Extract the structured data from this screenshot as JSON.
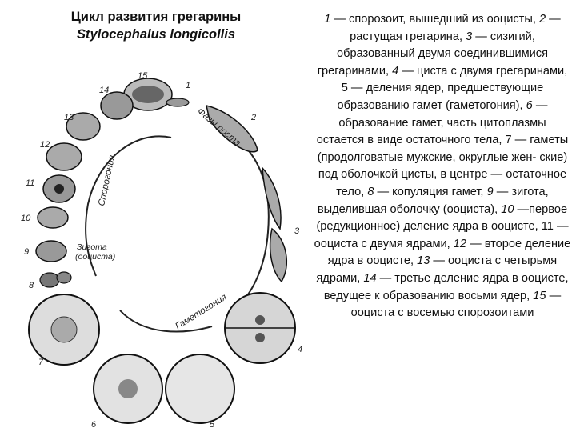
{
  "title": {
    "line1": "Цикл развития грегарины",
    "line2": "Stylocephalus longicollis"
  },
  "diagram": {
    "stage_numbers": [
      "1",
      "2",
      "3",
      "4",
      "5",
      "6",
      "7",
      "8",
      "9",
      "10",
      "11",
      "12",
      "13",
      "14",
      "15"
    ],
    "arc_labels": {
      "growth": "Фазы роста",
      "sporogony": "Спорогония",
      "gametogony": "Гаметогония"
    },
    "zygote_label": {
      "line1": "Зигота",
      "line2": "(ооциста)"
    }
  },
  "caption": [
    {
      "num": "1",
      "text": " — спорозоит, вышедший из ооцисты, "
    },
    {
      "num": "2",
      "text": " — растущая грегарина, "
    },
    {
      "num": "3",
      "text": " — сизигий, образованный двумя соединившимися грегаринами, "
    },
    {
      "num": "4",
      "text": " — циста с двумя грегаринами, 5 — деления ядер, предшествующие образованию гамет (гаметогония), "
    },
    {
      "num": "6",
      "text": " — образование гамет, часть цитоплазмы остается в виде остаточного тела, 7 — гаметы (продолговатые мужские, округлые жен- ские) под оболочкой цисты, в центре — остаточное тело, "
    },
    {
      "num": "8",
      "text": " — копуляция гамет, "
    },
    {
      "num": "9",
      "text": " — зигота, выделившая оболочку (ооциста), "
    },
    {
      "num": "10",
      "text": " —первое (редукционное) деление ядра в ооцисте, 11 — ооциста с двумя ядрами, "
    },
    {
      "num": "12",
      "text": " — второе деление ядра в ооцисте, "
    },
    {
      "num": "13",
      "text": " — ооциста с четырьмя ядрами, "
    },
    {
      "num": "14",
      "text": " — третье деление ядра в ооцисте, ведущее к образованию восьми ядер, "
    },
    {
      "num": "15",
      "text": " — ооциста с восемью спорозоитами"
    }
  ]
}
